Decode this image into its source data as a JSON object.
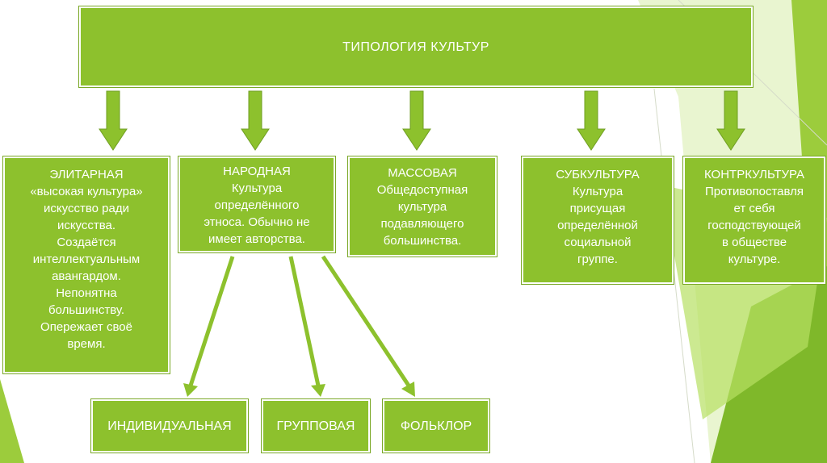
{
  "colors": {
    "box_fill": "#8dc12d",
    "box_border": "#ffffff",
    "arrow": "#8dc12d",
    "deco_dark": "#6aa51e",
    "deco_light": "#c9e87a"
  },
  "title": "ТИПОЛОГИЯ КУЛЬТУР",
  "types": {
    "elite": [
      "ЭЛИТАРНАЯ",
      "«высокая культура»",
      "искусство ради",
      "искусства.",
      "Создаётся",
      "интеллектуальным",
      "авангардом.",
      "Непонятна",
      "большинству.",
      "Опережает своё",
      "время."
    ],
    "folk": [
      "НАРОДНАЯ",
      "Культура",
      "определённого",
      "этноса. Обычно не",
      "имеет авторства."
    ],
    "mass": [
      "МАССОВАЯ",
      "Общедоступная",
      "культура",
      "подавляющего",
      "большинства."
    ],
    "sub": [
      "СУБКУЛЬТУРА",
      "Культура",
      "присущая",
      "определённой",
      "социальной",
      "группе."
    ],
    "counter": [
      "КОНТРКУЛЬТУРА",
      "Противопоставля",
      "ет себя",
      "господствующей",
      "в обществе",
      "культуре."
    ]
  },
  "folk_subtypes": [
    "ИНДИВИДУАЛЬНАЯ",
    "ГРУППОВАЯ",
    "ФОЛЬКЛОР"
  ]
}
